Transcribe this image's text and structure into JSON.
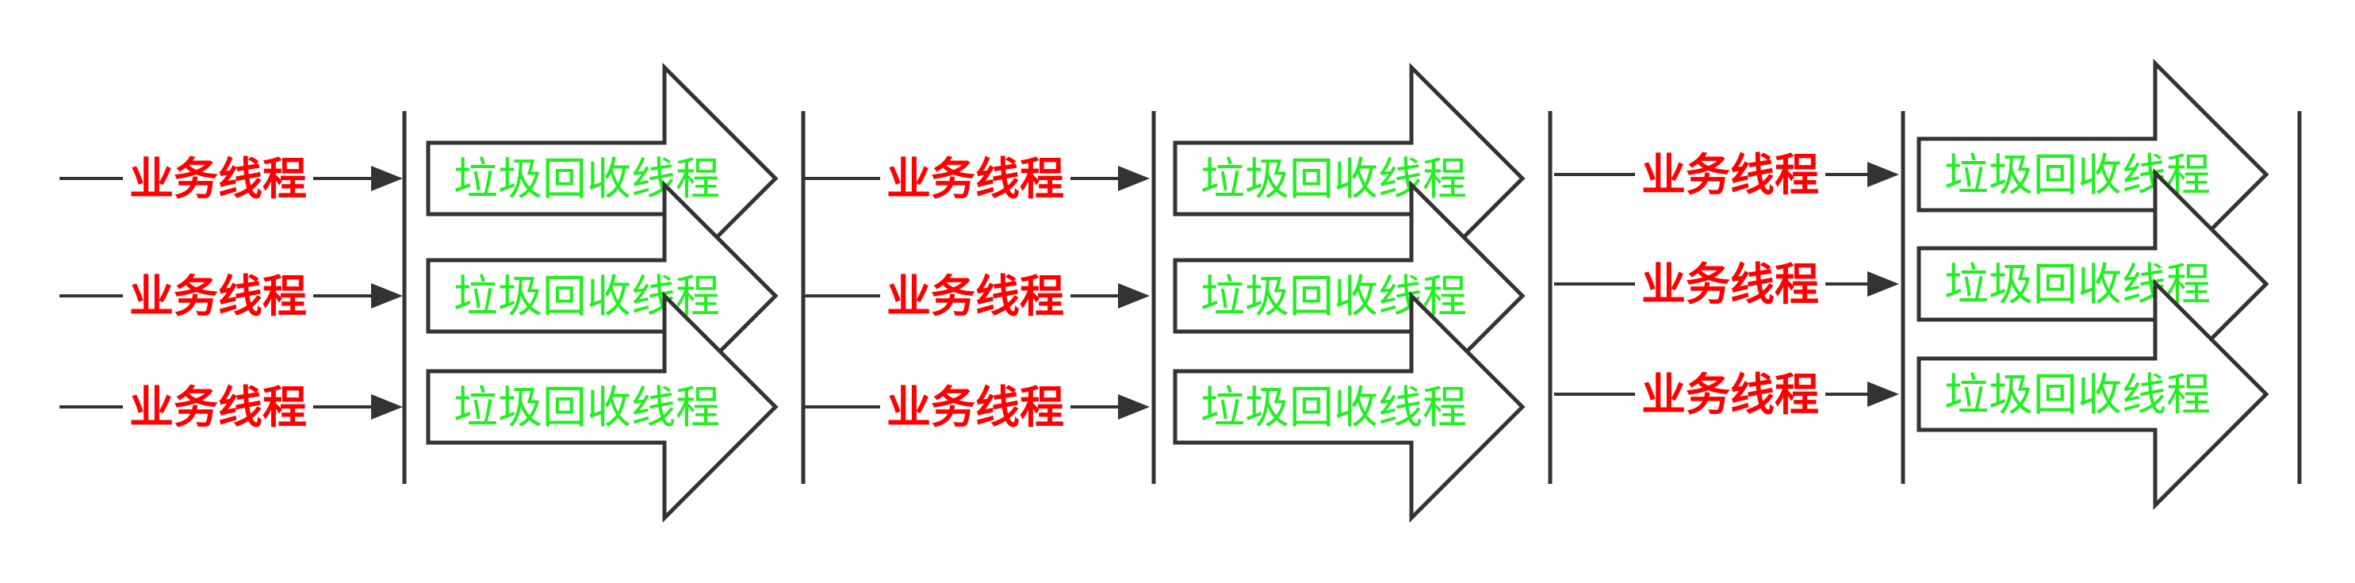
{
  "diagram": {
    "title": "",
    "stages": [
      {
        "rows": [
          {
            "business_thread_label": "业务线程",
            "gc_thread_label": "垃圾回收线程"
          },
          {
            "business_thread_label": "业务线程",
            "gc_thread_label": "垃圾回收线程"
          },
          {
            "business_thread_label": "业务线程",
            "gc_thread_label": "垃圾回收线程"
          }
        ]
      },
      {
        "rows": [
          {
            "business_thread_label": "业务线程",
            "gc_thread_label": "垃圾回收线程"
          },
          {
            "business_thread_label": "业务线程",
            "gc_thread_label": "垃圾回收线程"
          },
          {
            "business_thread_label": "业务线程",
            "gc_thread_label": "垃圾回收线程"
          }
        ]
      },
      {
        "rows": [
          {
            "business_thread_label": "业务线程",
            "gc_thread_label": "垃圾回收线程"
          },
          {
            "business_thread_label": "业务线程",
            "gc_thread_label": "垃圾回收线程"
          },
          {
            "business_thread_label": "业务线程",
            "gc_thread_label": "垃圾回收线程"
          }
        ]
      }
    ],
    "colors": {
      "business_thread_text": "#ff0000",
      "gc_thread_text": "#22ee22",
      "lines": "#333333",
      "gc_arrow_fill": "#ffffff"
    }
  }
}
